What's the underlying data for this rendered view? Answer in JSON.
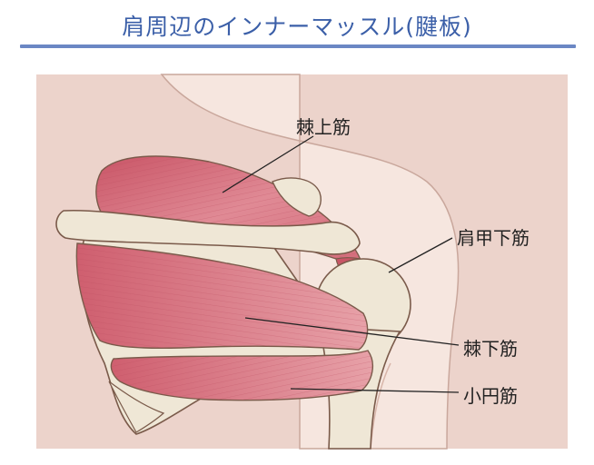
{
  "title": "肩周辺のインナーマッスル(腱板)",
  "labels": {
    "supraspinatus": "棘上筋",
    "subscapularis": "肩甲下筋",
    "infraspinatus": "棘下筋",
    "teres_minor": "小円筋"
  },
  "colors": {
    "title": "#3b5fa8",
    "rule": "#6b87c4",
    "skin_bg": "#ecd3cb",
    "skin": "#f6e6df",
    "muscle": "#d9707d",
    "bone": "#efe7d6",
    "outline": "#7a5a4a"
  }
}
